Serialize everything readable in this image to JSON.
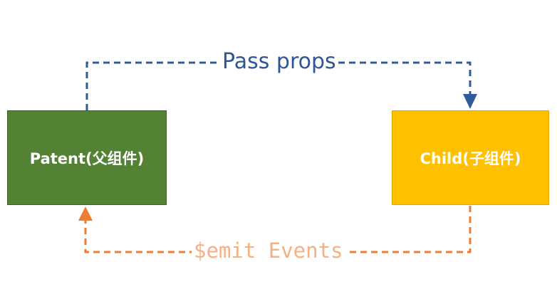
{
  "diagram": {
    "parent_label": "Patent(父组件)",
    "child_label": "Child(子组件)",
    "props_label": "Pass props",
    "emit_label": "$emit Events"
  },
  "colors": {
    "parent_fill": "#548235",
    "child_fill": "#ffc000",
    "props_arrow": "#2e5b9a",
    "emit_arrow": "#ed7d31",
    "props_text": "#2f5597",
    "emit_text": "#f4b183"
  }
}
